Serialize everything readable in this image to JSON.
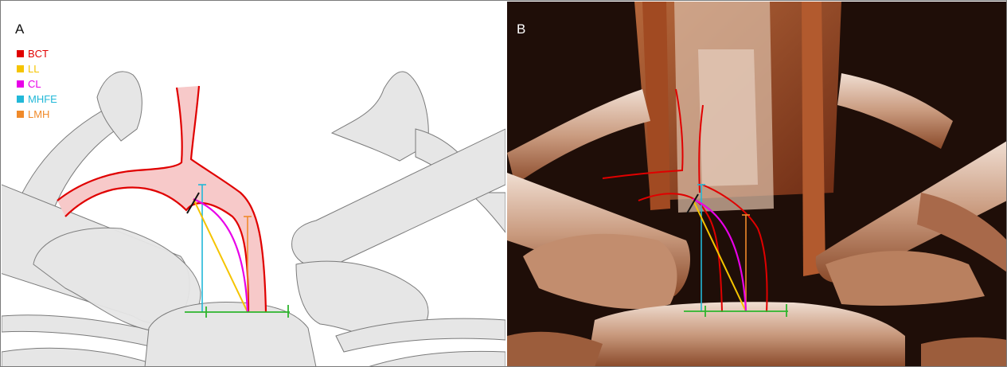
{
  "panels": {
    "a": {
      "label": "A"
    },
    "b": {
      "label": "B"
    }
  },
  "legend": [
    {
      "key": "bct",
      "label": "BCT",
      "color": "#e00000"
    },
    {
      "key": "ll",
      "label": "LL",
      "color": "#f5c400"
    },
    {
      "key": "cl",
      "label": "CL",
      "color": "#e800e8"
    },
    {
      "key": "mhfe",
      "label": "MHFE",
      "color": "#22b8d8"
    },
    {
      "key": "lmh",
      "label": "LMH",
      "color": "#f08a2a"
    }
  ],
  "colors": {
    "bone_fill": "#e6e6e6",
    "bone_stroke": "#7a7a7a",
    "vessel_fill": "#f7c9c9",
    "baseline": "#2db52d",
    "marker": "#111111"
  }
}
